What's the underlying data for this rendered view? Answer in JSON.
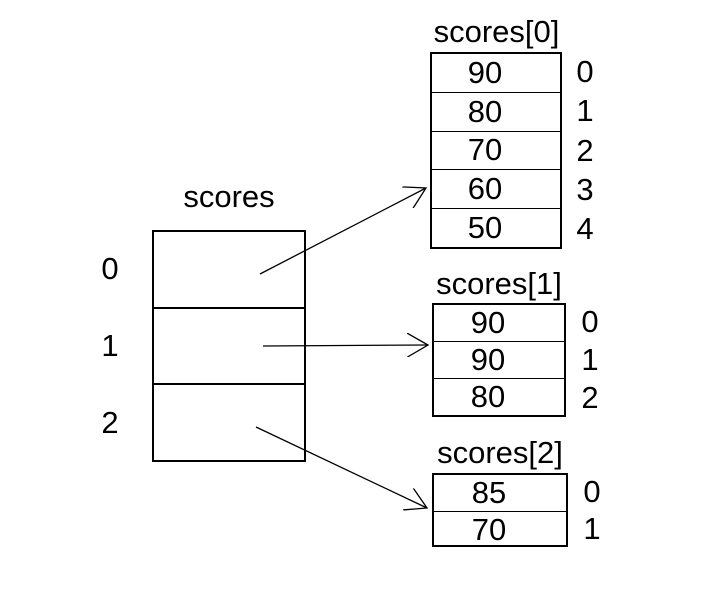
{
  "colors": {
    "ink": "#000000",
    "background": "#ffffff"
  },
  "main_array": {
    "title": "scores",
    "indices": [
      "0",
      "1",
      "2"
    ],
    "slot_count": 3
  },
  "sub_arrays": [
    {
      "title": "scores[0]",
      "values": [
        "90",
        "80",
        "70",
        "60",
        "50"
      ],
      "indices": [
        "0",
        "1",
        "2",
        "3",
        "4"
      ]
    },
    {
      "title": "scores[1]",
      "values": [
        "90",
        "90",
        "80"
      ],
      "indices": [
        "0",
        "1",
        "2"
      ]
    },
    {
      "title": "scores[2]",
      "values": [
        "85",
        "70"
      ],
      "indices": [
        "0",
        "1"
      ]
    }
  ],
  "arrows": [
    {
      "from": "scores slot 0",
      "to": "scores[0]"
    },
    {
      "from": "scores slot 1",
      "to": "scores[1]"
    },
    {
      "from": "scores slot 2",
      "to": "scores[2]"
    }
  ]
}
